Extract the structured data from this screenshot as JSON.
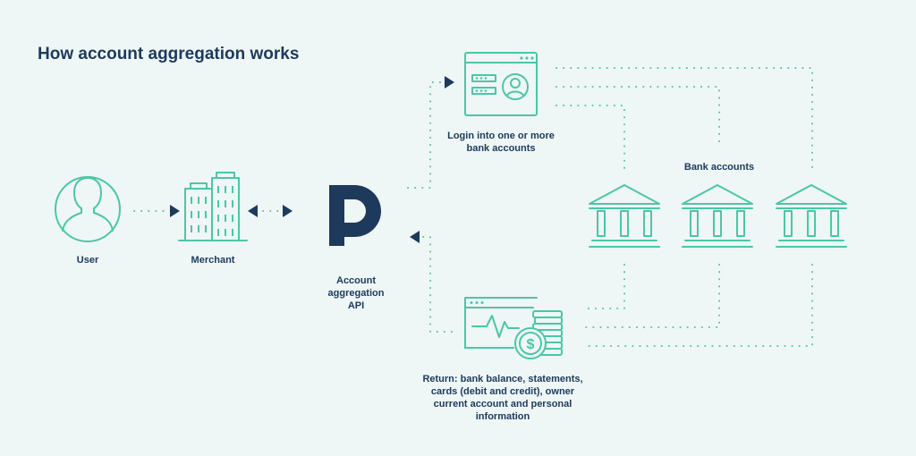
{
  "title": "How account aggregation works",
  "labels": {
    "user": "User",
    "merchant": "Merchant",
    "api": "Account\naggregation\nAPI",
    "login": "Login into one or more\nbank accounts",
    "bank_accounts": "Bank accounts",
    "return": "Return: bank balance, statements,\ncards (debit and credit), owner\ncurrent account and personal\ninformation"
  },
  "icons": {
    "user": "user-icon",
    "merchant": "building-icon",
    "api": "api-logo-icon",
    "login": "login-window-icon",
    "bank": "bank-icon",
    "return": "finance-monitor-icon"
  },
  "colors": {
    "accent": "#4cc6a6",
    "navy": "#1d3a5c",
    "background": "#eef6f6"
  }
}
